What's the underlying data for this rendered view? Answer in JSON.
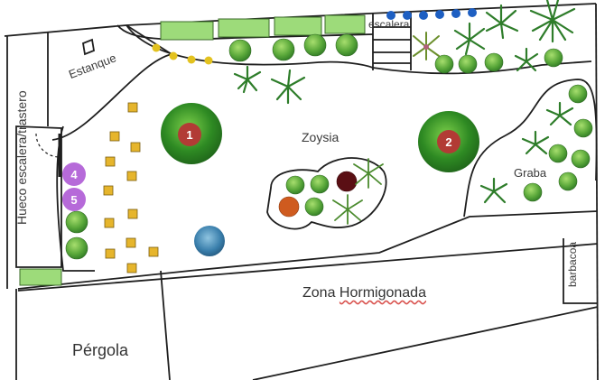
{
  "labels": {
    "estanque": "Estanque",
    "zoysia": "Zoysia",
    "escalera": "escalera",
    "graba": "Graba",
    "hueco": "Hueco escalera/trastero",
    "barbacoa": "barbacoa",
    "zona_prefix": "Zona ",
    "zona_spell": "Hormigonada",
    "pergola": "Pérgola"
  },
  "markers": {
    "m1": "1",
    "m2": "2",
    "m4": "4",
    "m5": "5"
  },
  "colors": {
    "outline": "#1f1f1f",
    "marker_red": "#b23b35",
    "marker_purple": "#b66ad9",
    "paver": "#e6b52c",
    "planter": "#8cd36a",
    "shrub": "#5aa83a",
    "blue_dot": "#1e5fc2",
    "yellow_dot": "#e3c21f",
    "orange_shrub": "#cf5b1f",
    "dark_shrub": "#5a0f14",
    "blue_shrub": "#2f6f9a"
  },
  "icons": {
    "trees": "tree-icon",
    "palms": "palm-icon",
    "shrubs": "shrub-icon",
    "pavers": "paver-icon",
    "planters": "planter-icon"
  }
}
